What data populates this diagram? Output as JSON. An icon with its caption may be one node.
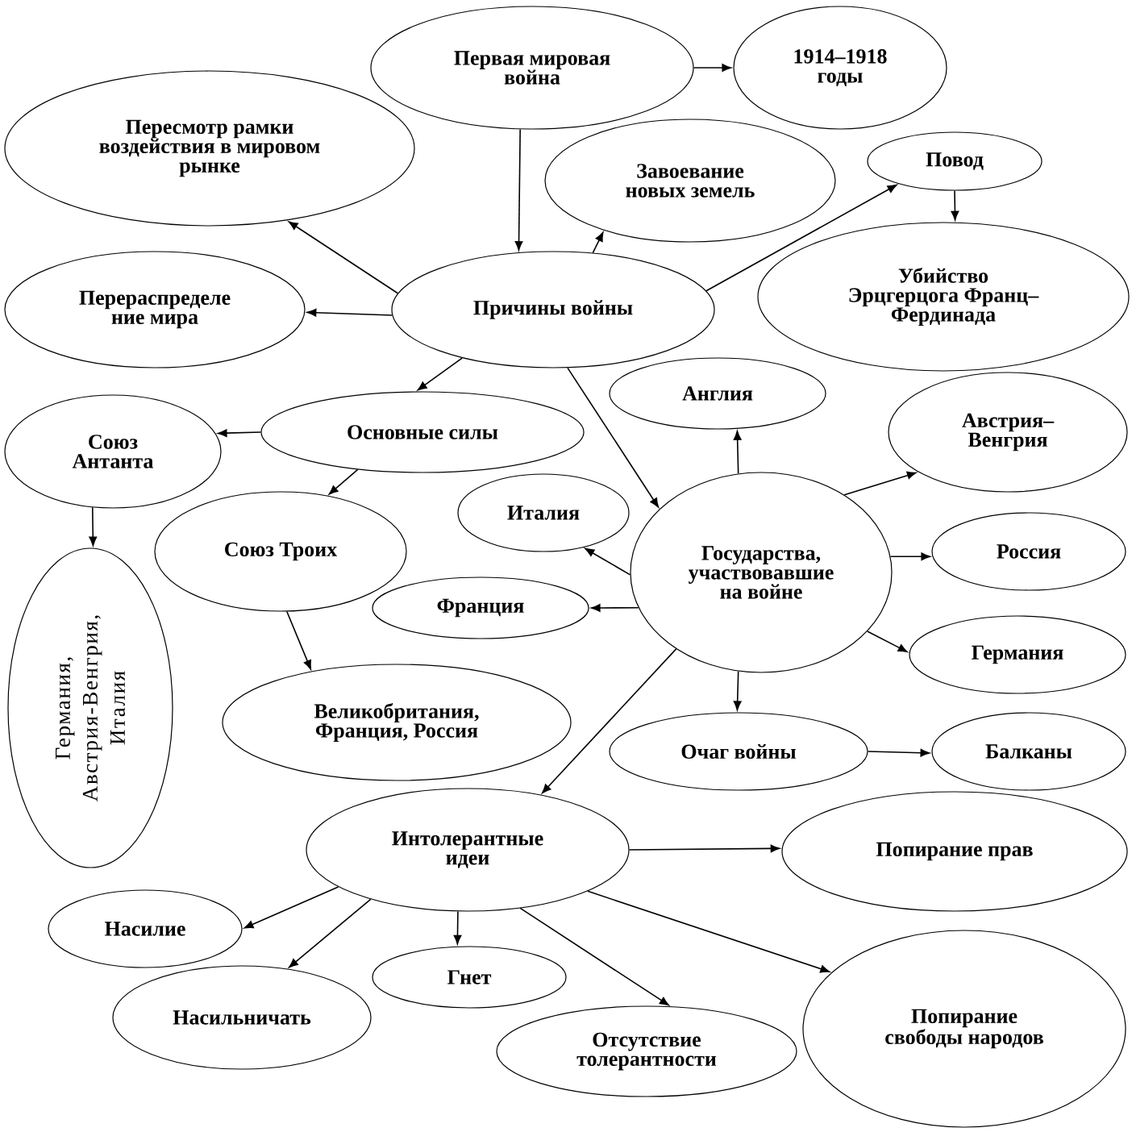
{
  "diagram": {
    "nodes": [
      {
        "text": [
          "Первая мировая война"
        ]
      },
      {
        "text": [
          "1914–1918 годы"
        ]
      },
      {
        "text": [
          "Пересмотр рамки воздействия в мировом рынке"
        ]
      },
      {
        "text": [
          "Завоевание новых земель"
        ]
      },
      {
        "text": [
          "Повод"
        ]
      },
      {
        "text": [
          "Причины войны"
        ]
      },
      {
        "text": [
          "Убийство Эрцгерцога Франц– Фердинада"
        ]
      },
      {
        "text": [
          "Перераспределе ние мира"
        ]
      },
      {
        "text": [
          "Англия"
        ]
      },
      {
        "text": [
          "Австрия– Венгрия"
        ]
      },
      {
        "text": [
          "Основные силы"
        ]
      },
      {
        "text": [
          "Союз Антанта"
        ]
      },
      {
        "text": [
          "Италия"
        ]
      },
      {
        "text": [
          "Союз Троих"
        ]
      },
      {
        "text": [
          "Государства, участвовавшие на войне"
        ]
      },
      {
        "text": [
          "Россия"
        ]
      },
      {
        "text": [
          "Франция"
        ]
      },
      {
        "text": [
          "Германия"
        ]
      },
      {
        "text": [
          "Германия, Австрия-Венгрия, Италия"
        ]
      },
      {
        "text": [
          "Великобритания, Франция, Россия"
        ]
      },
      {
        "text": [
          "Очаг войны"
        ]
      },
      {
        "text": [
          "Балканы"
        ]
      },
      {
        "text": [
          "Интолерантные идеи"
        ]
      },
      {
        "text": [
          "Попирание прав"
        ]
      },
      {
        "text": [
          "Насилие"
        ]
      },
      {
        "text": [
          "Гнет"
        ]
      },
      {
        "text": [
          "Насильничать"
        ]
      },
      {
        "text": [
          "Отсутствие толерантности"
        ]
      },
      {
        "text": [
          "Попирание свободы народов"
        ]
      }
    ],
    "edges": [
      {
        "from": 0,
        "to": 1,
        "arrow": "to"
      },
      {
        "from": 0,
        "to": 5,
        "arrow": "to"
      },
      {
        "from": 5,
        "to": 2,
        "arrow": "to"
      },
      {
        "from": 5,
        "to": 7,
        "arrow": "to"
      },
      {
        "from": 5,
        "to": 3,
        "arrow": "to"
      },
      {
        "from": 5,
        "to": 4,
        "arrow": "to"
      },
      {
        "from": 4,
        "to": 6,
        "arrow": "to"
      },
      {
        "from": 5,
        "to": 10,
        "arrow": "to"
      },
      {
        "from": 5,
        "to": 14,
        "arrow": "to"
      },
      {
        "from": 10,
        "to": 11,
        "arrow": "to"
      },
      {
        "from": 10,
        "to": 13,
        "arrow": "to"
      },
      {
        "from": 11,
        "to": 18,
        "arrow": "to"
      },
      {
        "from": 13,
        "to": 19,
        "arrow": "to"
      },
      {
        "from": 14,
        "to": 8,
        "arrow": "to"
      },
      {
        "from": 14,
        "to": 9,
        "arrow": "to"
      },
      {
        "from": 14,
        "to": 15,
        "arrow": "to"
      },
      {
        "from": 14,
        "to": 17,
        "arrow": "to"
      },
      {
        "from": 14,
        "to": 12,
        "arrow": "to"
      },
      {
        "from": 14,
        "to": 16,
        "arrow": "to"
      },
      {
        "from": 14,
        "to": 20,
        "arrow": "to"
      },
      {
        "from": 14,
        "to": 22,
        "arrow": "to"
      },
      {
        "from": 20,
        "to": 21,
        "arrow": "to"
      },
      {
        "from": 22,
        "to": 23,
        "arrow": "to"
      },
      {
        "from": 22,
        "to": 24,
        "arrow": "to"
      },
      {
        "from": 22,
        "to": 26,
        "arrow": "to"
      },
      {
        "from": 22,
        "to": 25,
        "arrow": "to"
      },
      {
        "from": 22,
        "to": 27,
        "arrow": "to"
      },
      {
        "from": 22,
        "to": 28,
        "arrow": "to"
      }
    ]
  }
}
